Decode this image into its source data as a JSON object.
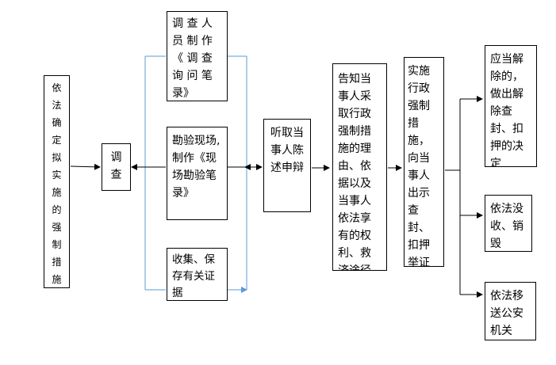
{
  "nodes": {
    "determine": "依法确定拟实施的强制措施",
    "investigate": "调查",
    "survey_record": "调 查 人 员 制 作《 调 查 询 问 笔 录》",
    "site_inspection": "勘验现场,制作《现场勘验笔录》",
    "collect_evidence": "收集、保存有关证据",
    "hearing": "听取当事人陈述申辩",
    "notify": "告知当事人采取行政强制措施的理由、依据以及当事人依法享有的权利、救济途径",
    "implement": "实施行政强制措施，向当事人出示查封、扣押举证",
    "release": "应当解除的，做出解除查封、扣押的决定",
    "confiscate": "依法没收、销毁",
    "transfer": "依法移送公安机关"
  },
  "colors": {
    "line_black": "#000000",
    "line_blue": "#5b9bd5"
  }
}
